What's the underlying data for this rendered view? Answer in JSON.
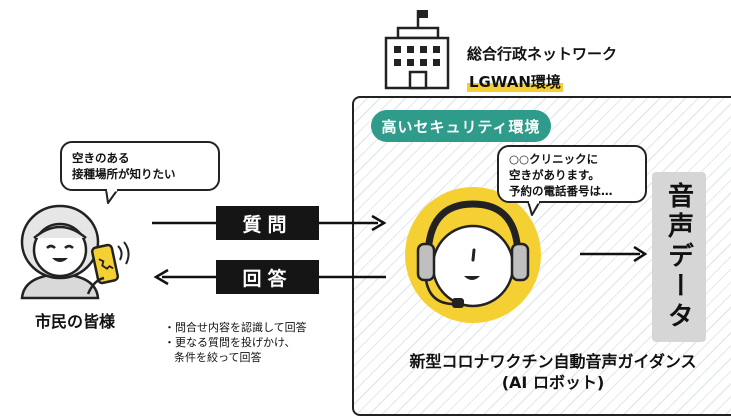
{
  "network": {
    "title": "総合行政ネットワーク",
    "subtitle": "LGWAN環境"
  },
  "secure_zone": {
    "badge": "高いセキュリティ環境"
  },
  "citizen": {
    "speech_lines": [
      "空きのある",
      "接種場所が知りたい"
    ],
    "label": "市民の皆様"
  },
  "flow": {
    "question": "質問",
    "answer": "回答"
  },
  "notes": [
    "・問合せ内容を認識して回答",
    "・更なる質問を投げかけ、",
    "条件を絞って回答"
  ],
  "robot": {
    "speech_lines": [
      "○○クリニックに",
      "空きがあります。",
      "予約の電話番号は…"
    ],
    "title": "新型コロナワクチン自動音声ガイダンス",
    "subtitle": "(AI ロボット)"
  },
  "voice_data": {
    "label": "音声データ"
  },
  "colors": {
    "teal": "#2f9c8b",
    "yellow": "#f5d033",
    "dark": "#151515",
    "gray": "#d6d6d6"
  }
}
